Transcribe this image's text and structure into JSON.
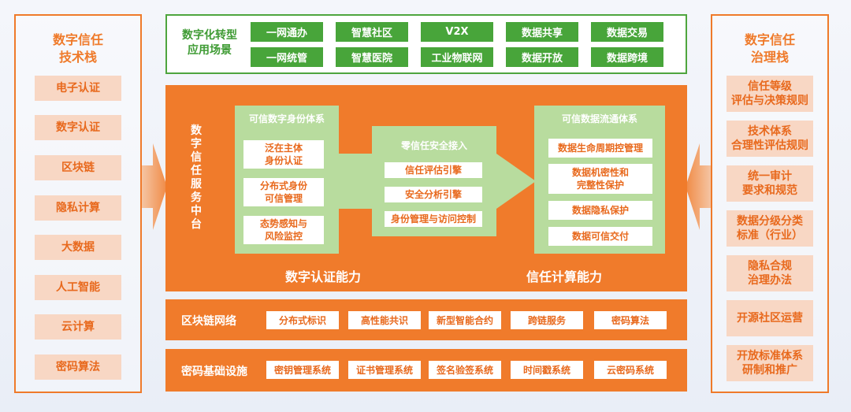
{
  "left_panel": {
    "title_line1": "数字信任",
    "title_line2": "技术栈",
    "items": [
      "电子认证",
      "数字认证",
      "区块链",
      "隐私计算",
      "大数据",
      "人工智能",
      "云计算",
      "密码算法"
    ]
  },
  "right_panel": {
    "title_line1": "数字信任",
    "title_line2": "治理栈",
    "items": [
      [
        "信任等级",
        "评估与决策规则"
      ],
      [
        "技术体系",
        "合理性评估规则"
      ],
      [
        "统一审计",
        "要求和规范"
      ],
      [
        "数据分级分类",
        "标准（行业）"
      ],
      [
        "隐私合规",
        "治理办法"
      ],
      [
        "开源社区运营"
      ],
      [
        "开放标准体系",
        "研制和推广"
      ]
    ]
  },
  "top_scenarios": {
    "label_line1": "数字化转型",
    "label_line2": "应用场景",
    "row1": [
      "一网通办",
      "智慧社区",
      "V2X",
      "数据共享",
      "数据交易"
    ],
    "row2": [
      "一网统管",
      "智慧医院",
      "工业物联网",
      "数据开放",
      "数据跨境"
    ]
  },
  "platform": {
    "vertical_title": [
      "数",
      "字",
      "信",
      "任",
      "服",
      "务",
      "中",
      "台"
    ],
    "identity": {
      "title": "可信数字身份体系",
      "items": [
        [
          "泛在主体",
          "身份认证"
        ],
        [
          "分布式身份",
          "可信管理"
        ],
        [
          "态势感知与",
          "风险监控"
        ]
      ]
    },
    "zero_trust": {
      "title": "零信任安全接入",
      "items": [
        "信任评估引擎",
        "安全分析引擎",
        "身份管理与访问控制"
      ]
    },
    "data_flow": {
      "title": "可信数据流通体系",
      "items": [
        [
          "数据生命周期控管理"
        ],
        [
          "数据机密性和",
          "完整性保护"
        ],
        [
          "数据隐私保护"
        ],
        [
          "数据可信交付"
        ]
      ]
    },
    "capability_left": "数字认证能力",
    "capability_right": "信任计算能力"
  },
  "blockchain_row": {
    "label": "区块链网络",
    "items": [
      "分布式标识",
      "高性能共识",
      "新型智能合约",
      "跨链服务",
      "密码算法"
    ]
  },
  "crypto_row": {
    "label": "密码基础设施",
    "items": [
      "密钥管理系统",
      "证书管理系统",
      "签名验签系统",
      "时间戳系统",
      "云密码系统"
    ]
  },
  "colors": {
    "orange": "#f07b2b",
    "green": "#48a53a",
    "light_green": "#b8dc9e",
    "peach": "#f8d7c4"
  }
}
